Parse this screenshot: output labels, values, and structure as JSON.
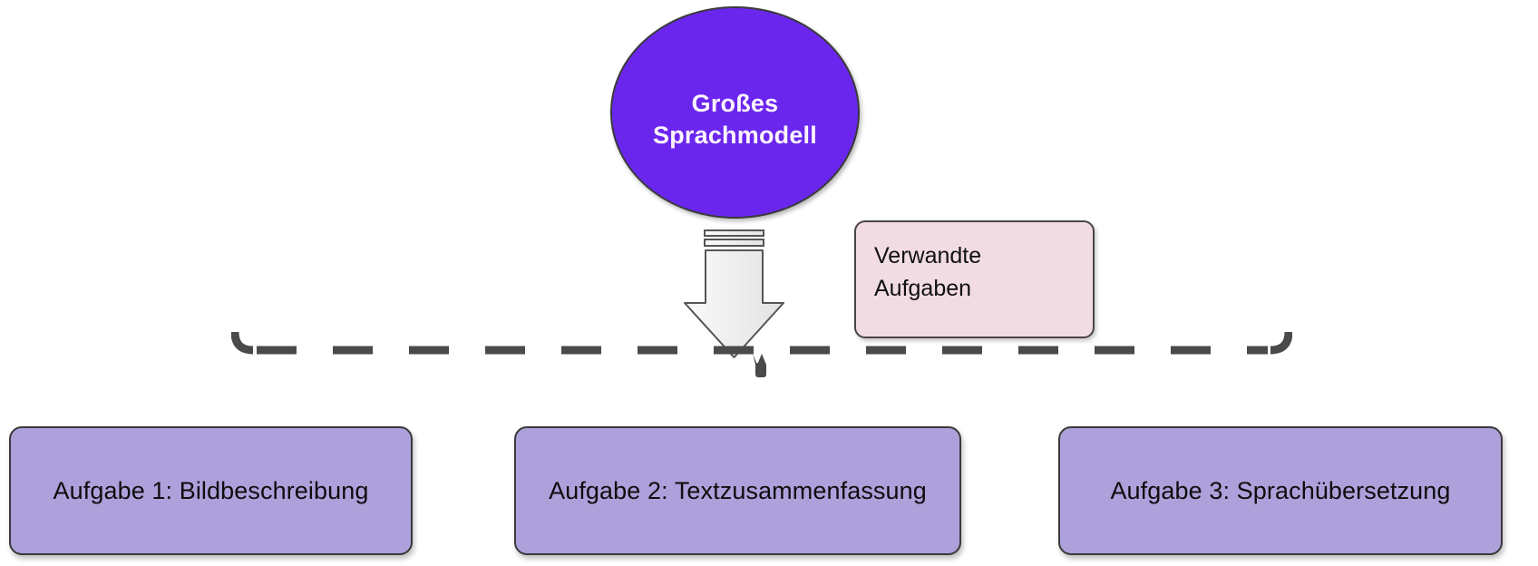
{
  "diagram": {
    "title_node": {
      "label": "Großes\nSprachmodell",
      "shape": "circle",
      "fill_color": "#6B26EE",
      "text_color": "#FBF4FF"
    },
    "flow_arrow": {
      "icon": "down-arrow-icon",
      "direction": "down",
      "fill_color": "#EFEFEF",
      "stroke_color": "#555555"
    },
    "callout": {
      "label": "Verwandte\nAufgaben",
      "fill_color": "#F2DCE4",
      "stroke_color": "#4A4446",
      "text_color": "#111111"
    },
    "bracket": {
      "style": "dashed",
      "color": "#4A4A4A",
      "connector_icon": "branch-connector-icon"
    },
    "tasks": [
      {
        "label": "Aufgabe 1: Bildbeschreibung",
        "fill_color": "#AEA0DB",
        "text_color": "#0D0D0D"
      },
      {
        "label": "Aufgabe 2: Textzusammenfassung",
        "fill_color": "#AEA0DB",
        "text_color": "#0D0D0D"
      },
      {
        "label": "Aufgabe 3: Sprachübersetzung",
        "fill_color": "#AEA0DB",
        "text_color": "#0D0D0D"
      }
    ]
  }
}
